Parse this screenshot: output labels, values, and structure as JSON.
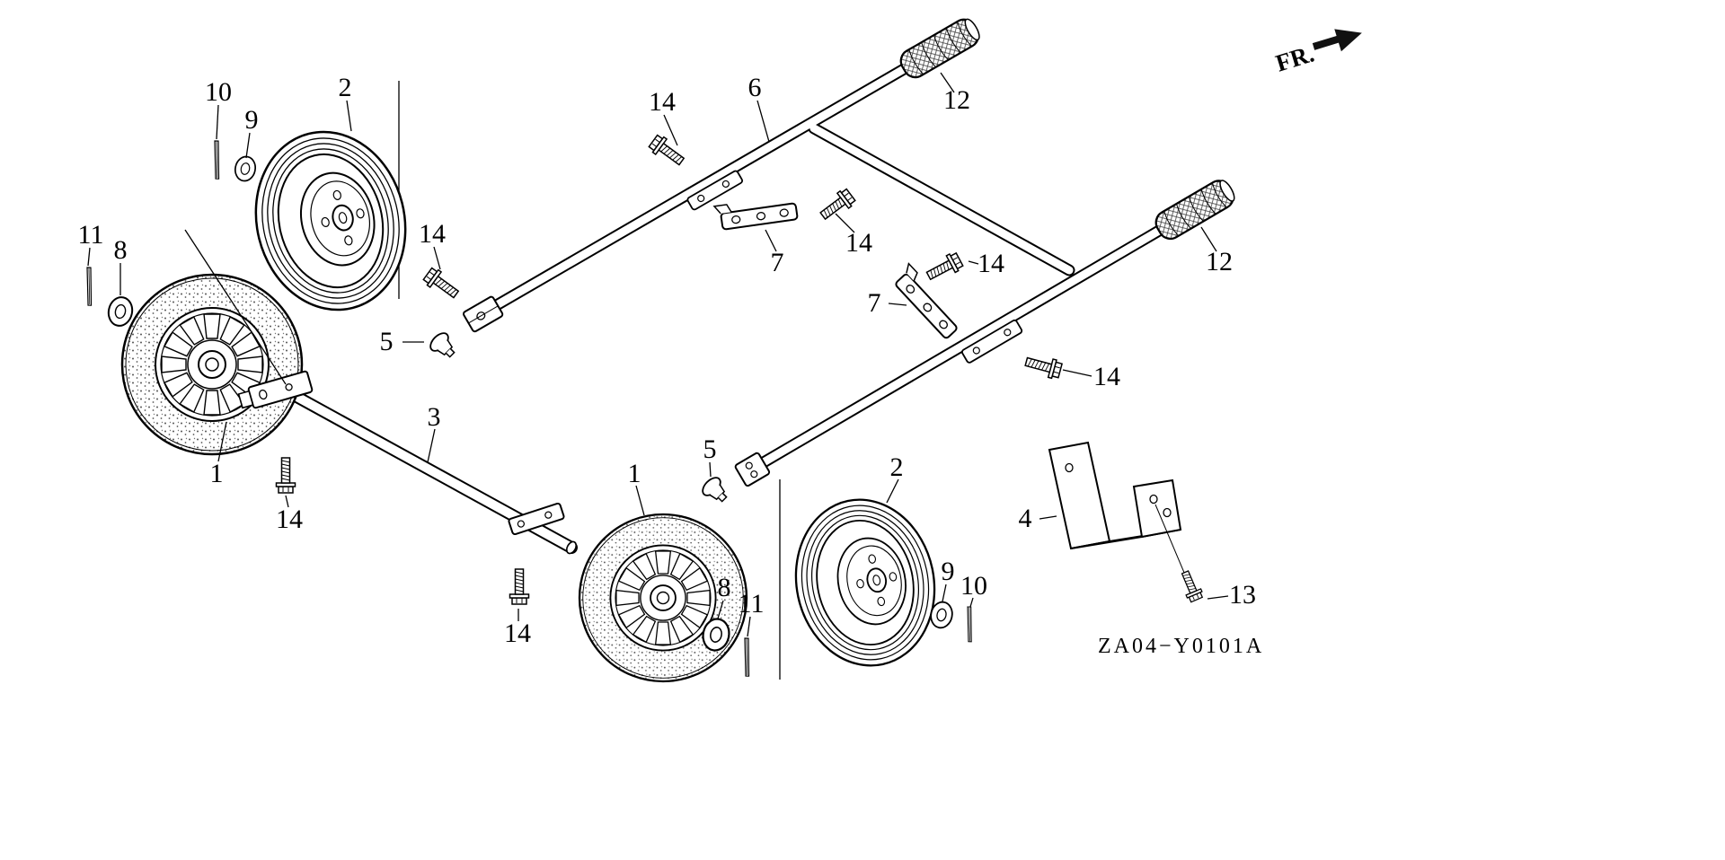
{
  "diagram": {
    "code": "ZA04−Y0101A",
    "direction_label": "FR."
  },
  "callouts": [
    {
      "label": "10"
    },
    {
      "label": "9"
    },
    {
      "label": "2"
    },
    {
      "label": "11"
    },
    {
      "label": "8"
    },
    {
      "label": "1"
    },
    {
      "label": "14"
    },
    {
      "label": "3"
    },
    {
      "label": "14"
    },
    {
      "label": "5"
    },
    {
      "label": "14"
    },
    {
      "label": "6"
    },
    {
      "label": "12"
    },
    {
      "label": "7"
    },
    {
      "label": "14"
    },
    {
      "label": "14"
    },
    {
      "label": "7"
    },
    {
      "label": "12"
    },
    {
      "label": "14"
    },
    {
      "label": "5"
    },
    {
      "label": "1"
    },
    {
      "label": "14"
    },
    {
      "label": "8"
    },
    {
      "label": "11"
    },
    {
      "label": "2"
    },
    {
      "label": "9"
    },
    {
      "label": "10"
    },
    {
      "label": "4"
    },
    {
      "label": "13"
    }
  ]
}
